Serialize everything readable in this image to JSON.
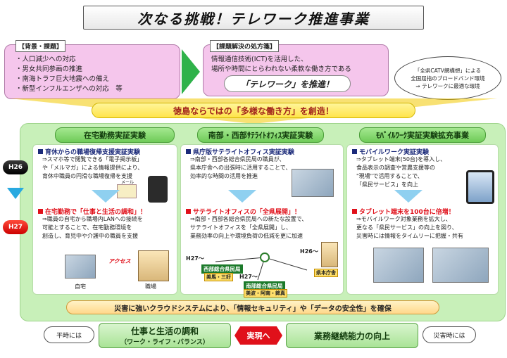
{
  "title": "次なる挑戦！テレワーク推進事業",
  "background": {
    "tag": "【背景・課題】",
    "items": [
      "人口減少への対応",
      "男女共同参画の推進",
      "南海トラフ巨大地震への備え",
      "新型インフルエンザへの対応　等"
    ]
  },
  "solution": {
    "tag": "【課題解決の処方箋】",
    "line1": "情報通信技術(ICT)を活用した、",
    "line2": "場所や時間にとらわれない柔軟な働き方である",
    "pill": "「テレワーク」を推進！"
  },
  "cloud": {
    "line1": "「全県CATV網構想」による",
    "line2": "全国屈指のブロードバンド環境",
    "line3": "⇒ テレワークに最適な環境"
  },
  "banner": "徳島ならではの「多様な働き方」を創造！",
  "years": {
    "h26": "H26",
    "h27": "H27"
  },
  "col1": {
    "head": "在宅勤務実証実験",
    "sec1_title": "育休からの職場復帰支援実証実験",
    "sec1_lines": [
      "⇒スマホ等で閲覧できる「電子掲示板」",
      "や「メルマガ」による情報提供により、",
      "育休中職員の円滑な職場復帰を支援"
    ],
    "mail_label": "メール",
    "sec2_title": "在宅勤務で「仕事と生活の調和」！",
    "sec2_lines": [
      "⇒職員の自宅から職場内LANへの接続を",
      "可能とすることで、在宅勤務環境を",
      "創造し、育児中や介護中の職員を支援"
    ],
    "access": "アクセス",
    "home": "自宅",
    "office": "職場"
  },
  "col2": {
    "head": "南部・西部ｻﾃﾗｲﾄｵﾌｨｽ実証実験",
    "sec1_title": "県庁版サテライトオフィス実証実験",
    "sec1_lines": [
      "⇒南部・西部各総合県民局の職員が、",
      "県本庁舎への出張時に活用することで、",
      "効率的な時間の活用を推進"
    ],
    "sec2_title": "サテライトオフィスの「全県展開」！",
    "sec2_lines": [
      "⇒南部・西部各総合県民局への新たな設置で、",
      "サテライトオフィスを「全県展開」し、",
      "業務効率の向上や環境負荷の低減を更に加速"
    ],
    "h27a": "H27～",
    "h27b": "H27～",
    "h26": "H26～",
    "tag_west": "西部総合県民局",
    "tag_west_sub": "美馬・三好",
    "tag_south": "南部総合県民局",
    "tag_south_sub": "美波・阿南・鉾真",
    "tag_hq": "県本庁舎"
  },
  "col3": {
    "head": "ﾓﾊﾞｲﾙﾜｰｸ実証実験拡充事業",
    "sec1_title": "モバイルワーク実証実験",
    "sec1_lines": [
      "⇒タブレット端末(50台)を導入し、",
      "食品表示の調査や営農支援等の",
      "\"現場\"で活用することで、",
      "「県民サービス」を向上"
    ],
    "sec2_title": "タブレット端末を100台に倍増！",
    "sec2_lines": [
      "⇒モバイルワーク対象業務を拡大し、",
      "更なる「県民サービス」の向上を図り、",
      "災害時には情報をタイムリーに把握・共有"
    ]
  },
  "cloud_bar": "災害に強いクラウドシステムにより、「情報セキュリティ」や「データの安全性」を確保",
  "bottom": {
    "normal": "平時には",
    "result1_line1": "仕事と生活の調和",
    "result1_line2": "（ワーク・ライフ・バランス）",
    "realize": "実現へ",
    "result2": "業務継続能力の向上",
    "disaster": "災害時には"
  },
  "colors": {
    "green": "#2fb24a",
    "pink": "#f5c6ec",
    "panel": "#c8f0b9",
    "red": "#e0101a",
    "navy": "#1b2a7a"
  }
}
